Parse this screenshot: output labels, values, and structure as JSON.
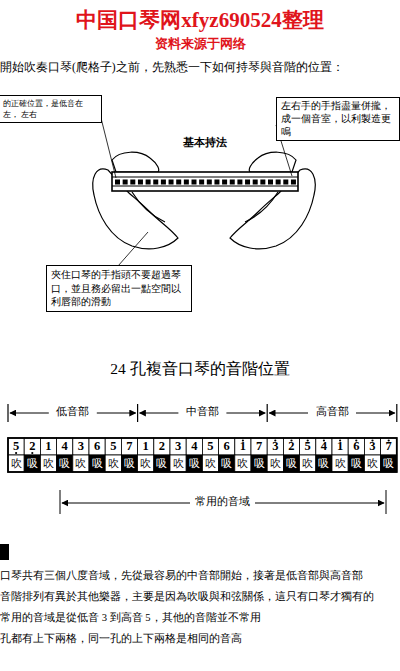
{
  "diagram": {
    "title": "24 孔複音口琴的音階位置",
    "nodes": [
      {
        "text": [
          "的正確位置，是低音在左， 左右"
        ]
      },
      {
        "text": [
          "左右手的手指盡量併攏， 成一個音室，以利製造更 鳴"
        ]
      },
      {
        "text": [
          "夾住口琴的手指頭不要超過琴口，並且務必留出一點空間以利唇部的滑動"
        ]
      }
    ],
    "labels": [
      "中国口琴网xfyz690524整理",
      "资料来源于网络",
      "開始吹奏口琴(爬格子)之前，先熟悉一下如何持琴與音階的位置：",
      "基本持法",
      "低音部",
      "中音部",
      "高音部",
      "5",
      "2",
      "1",
      "4",
      "3",
      "6",
      "5",
      "7",
      "1",
      "2",
      "3",
      "4",
      "5",
      "6",
      "1",
      "7",
      "3",
      "2",
      "5",
      "4",
      "1",
      "6",
      "3",
      "7",
      "吹",
      "吸",
      "吹",
      "吸",
      "吹",
      "吸",
      "吹",
      "吸",
      "吹",
      "吸",
      "吹",
      "吸",
      "吹",
      "吸",
      "吹",
      "吸",
      "吹",
      "吸",
      "吹",
      "吸",
      "吹",
      "吸",
      "吹",
      "吸",
      "常用的音域",
      "口琴共有三個八度音域，先從最容易的中音部開始，接著是低音部與高音部",
      "音階排列有異於其他樂器，主要是因為吹吸與和弦關係，這只有口琴才獨有的",
      "常用的音域是從低音 3 到高音 5，其他的音階並不常用",
      "孔都有上下兩格，同一孔的上下兩格是相同的音高"
    ]
  }
}
